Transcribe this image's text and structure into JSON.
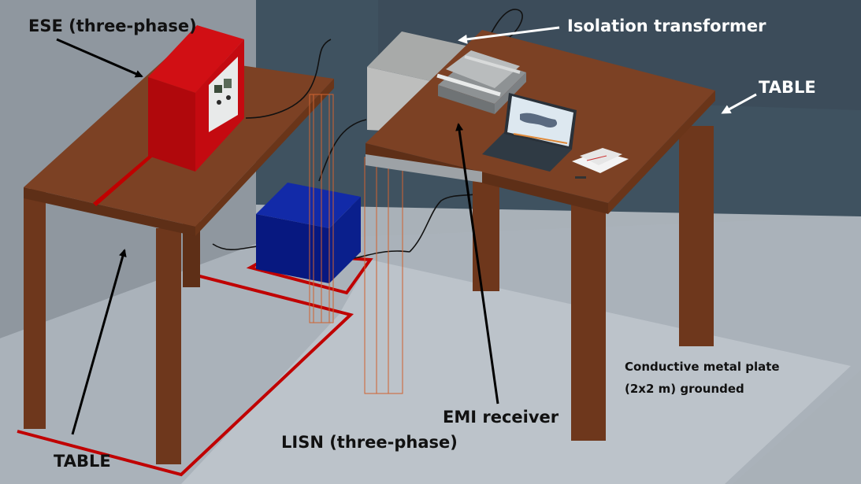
{
  "labels": {
    "ese": "ESE (three-phase)",
    "isolation_transformer": "Isolation transformer",
    "table_right": "TABLE",
    "table_left": "TABLE",
    "conductive_plate_line1": "Conductive metal plate",
    "conductive_plate_line2": "(2x2 m) grounded",
    "emi_receiver": "EMI receiver",
    "lisn": "LISN (three-phase)"
  },
  "colors": {
    "table_wood": "#7a3f22",
    "ese_red": "#c0070c",
    "lisn_blue": "#0a1f8c",
    "floor": "#a5adb5",
    "back_wall": "#425563",
    "left_wall": "#8d959e",
    "tape_red": "#c00000",
    "laptop_screen": "#dde8f0"
  }
}
